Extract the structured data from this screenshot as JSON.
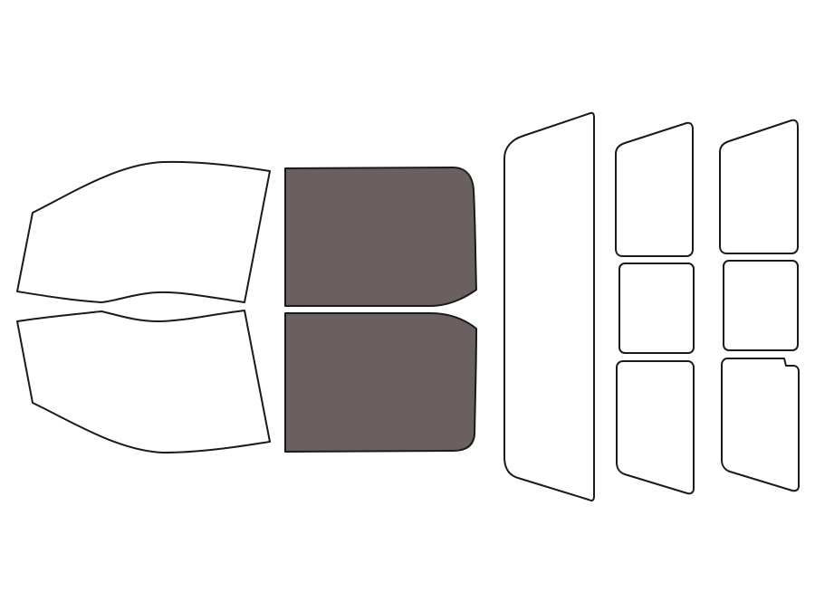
{
  "diagram": {
    "colors": {
      "background": "#ffffff",
      "outline": "#1a1a1a",
      "selected_fill": "#6b6060",
      "unselected_fill": "#ffffff"
    },
    "windows": [
      {
        "id": "windshield-upper",
        "selected": false
      },
      {
        "id": "windshield-lower",
        "selected": false
      },
      {
        "id": "front-door-left",
        "selected": true
      },
      {
        "id": "front-door-right",
        "selected": true
      },
      {
        "id": "rear-window",
        "selected": false
      },
      {
        "id": "left-rear-upper",
        "selected": false
      },
      {
        "id": "left-rear-middle",
        "selected": false
      },
      {
        "id": "left-rear-lower",
        "selected": false
      },
      {
        "id": "right-rear-upper",
        "selected": false
      },
      {
        "id": "right-rear-middle",
        "selected": false
      },
      {
        "id": "right-rear-lower",
        "selected": false
      }
    ]
  }
}
